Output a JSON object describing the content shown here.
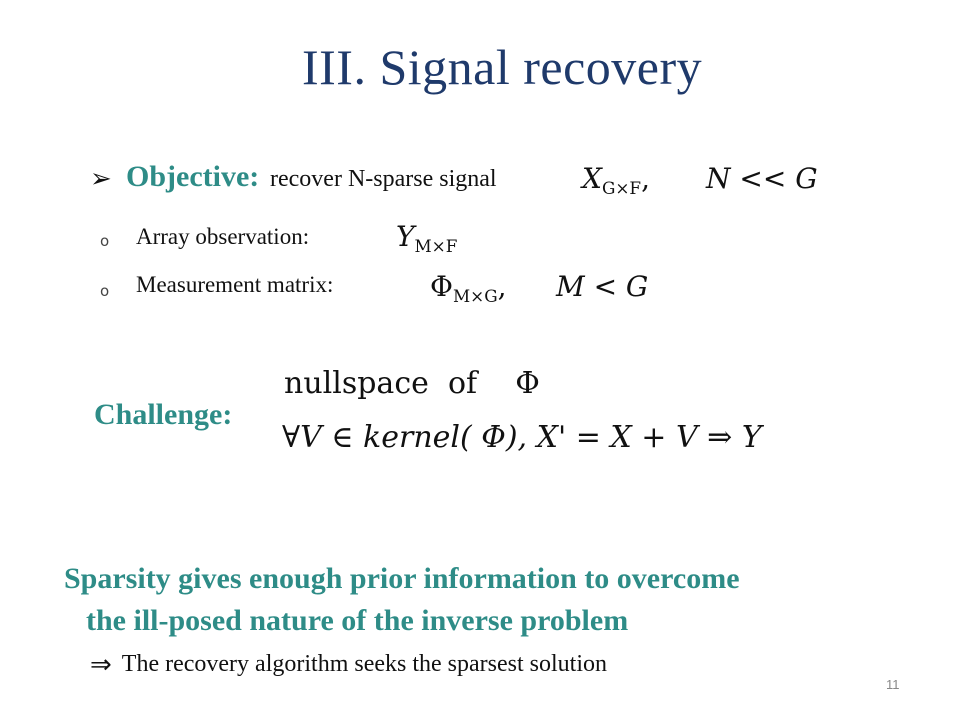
{
  "title": "III. Signal recovery",
  "objective": {
    "bullet_icon": "diamond-arrow-bullet-icon",
    "label": "Objective:",
    "text": "recover N-sparse signal",
    "math_var": "X",
    "math_sub": "G×F",
    "math_sep": ",",
    "condition": "N << G"
  },
  "sub_items": [
    {
      "bullet_icon": "circle-bullet-icon",
      "label": "Array observation:",
      "math_var": "Y",
      "math_sub": "M×F"
    },
    {
      "bullet_icon": "circle-bullet-icon",
      "label": "Measurement matrix:",
      "math_var": "Φ",
      "math_sub": "M×G",
      "math_sep": ",",
      "condition": "M < G"
    }
  ],
  "challenge": {
    "label": "Challenge:",
    "line1": "nullspace  of    Φ",
    "line2": "∀V ∈ kernel( Φ), X' = X + V ⇒ Y"
  },
  "summary": {
    "line1": "Sparsity gives enough prior information to overcome",
    "line2": "the ill-posed nature of the inverse problem",
    "arrow_icon": "implies-arrow-icon",
    "conclusion": "The recovery algorithm seeks the sparsest solution"
  },
  "page_number": "11",
  "colors": {
    "title": "#1f3a6b",
    "accent": "#2e8c87",
    "text": "#111111"
  }
}
